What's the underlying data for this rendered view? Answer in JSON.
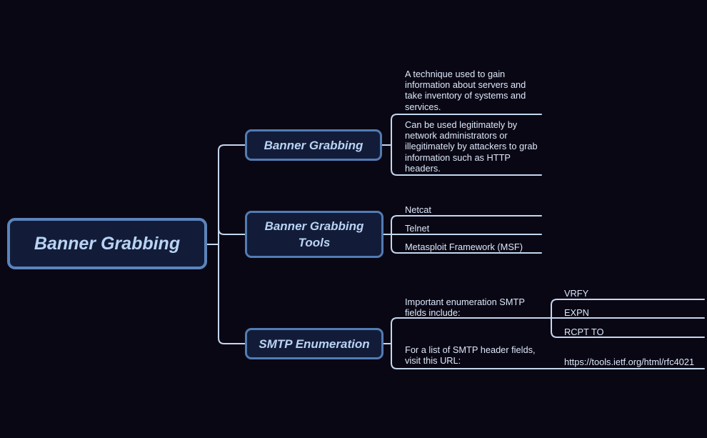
{
  "root": {
    "label": "Banner Grabbing"
  },
  "branches": [
    {
      "label": "Banner Grabbing",
      "notes": [
        "A technique used to gain information about servers and take inventory of systems and services.",
        "Can be used legitimately by network administrators or illegitimately by attackers to grab information such as HTTP headers."
      ]
    },
    {
      "label": "Banner Grabbing Tools",
      "items": [
        "Netcat",
        "Telnet",
        "Metasploit Framework (MSF)"
      ]
    },
    {
      "label": "SMTP Enumeration",
      "children": [
        {
          "label": "Important enumeration SMTP fields include:",
          "items": [
            "VRFY",
            "EXPN",
            "RCPT TO"
          ]
        },
        {
          "label": "For a list of SMTP header fields, visit this URL:",
          "link": "https://tools.ietf.org/html/rfc4021"
        }
      ]
    }
  ],
  "colors": {
    "background": "#0a0714",
    "node_fill": "#121c38",
    "root_border": "#5b84bb",
    "child_border": "#527cb4",
    "connector_line": "#c4d7ef",
    "node_text": "#b9d3f4",
    "leaf_text": "#dce8fa"
  }
}
